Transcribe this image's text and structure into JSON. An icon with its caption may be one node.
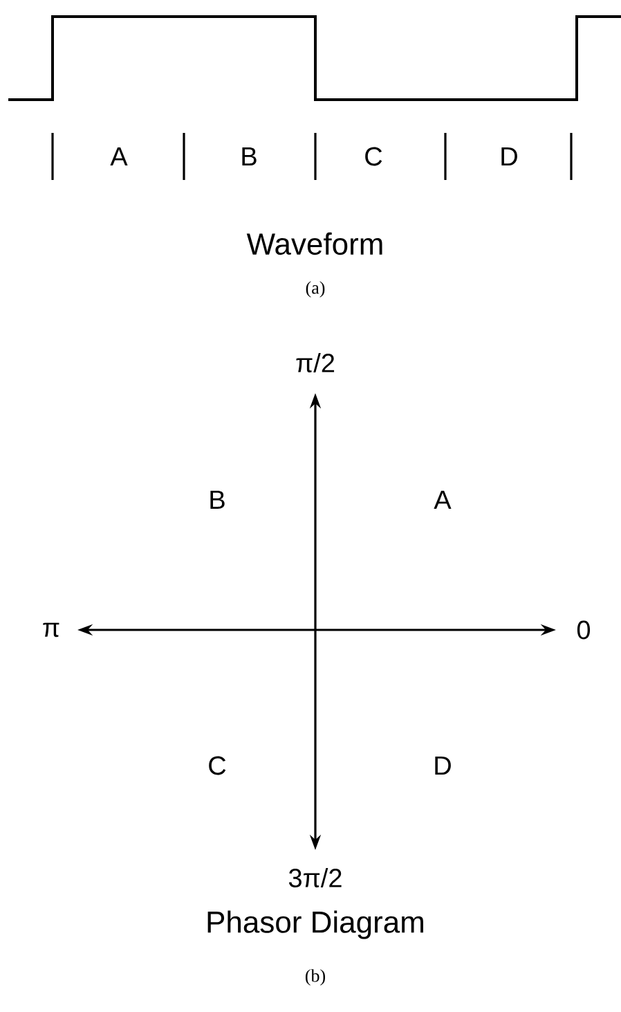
{
  "diagram": {
    "labels": [
      "A",
      "B",
      "C",
      "D",
      "Waveform",
      "(a)",
      "π/2",
      "B",
      "A",
      "π",
      "0",
      "C",
      "D",
      "3π/2",
      "Phasor Diagram",
      "(b)"
    ]
  }
}
